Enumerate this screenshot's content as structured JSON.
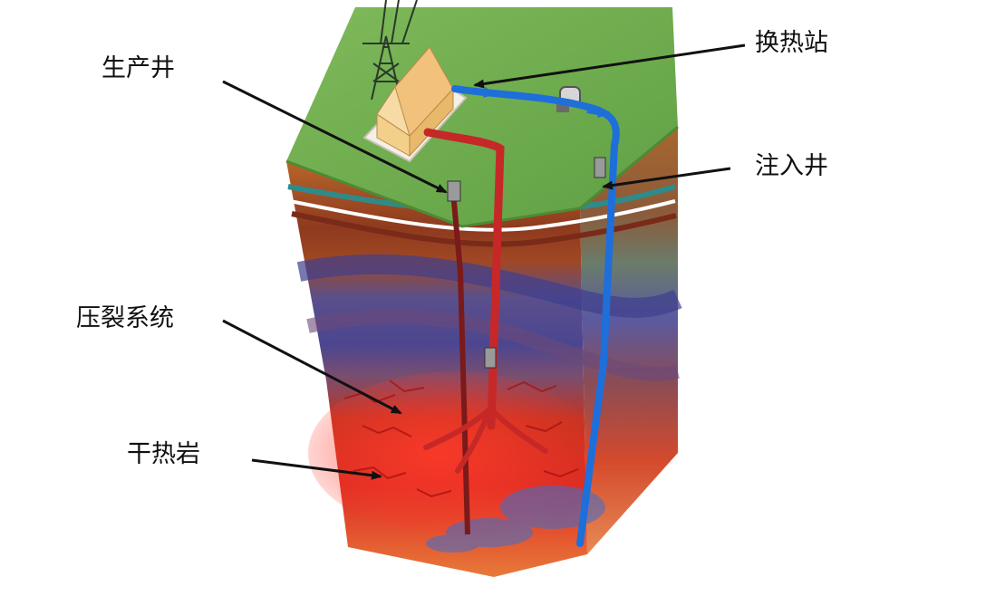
{
  "labels": {
    "production_well": "生产井",
    "heat_exchange_station": "换热站",
    "injection_well": "注入井",
    "fracture_system": "压裂系统",
    "hot_dry_rock": "干热岩"
  },
  "colors": {
    "surface": "#6aa84f",
    "hot_pipe": "#c62828",
    "cold_pipe": "#1e6fd9",
    "hot_rock": "#d32f2f",
    "arrow": "#111111"
  }
}
